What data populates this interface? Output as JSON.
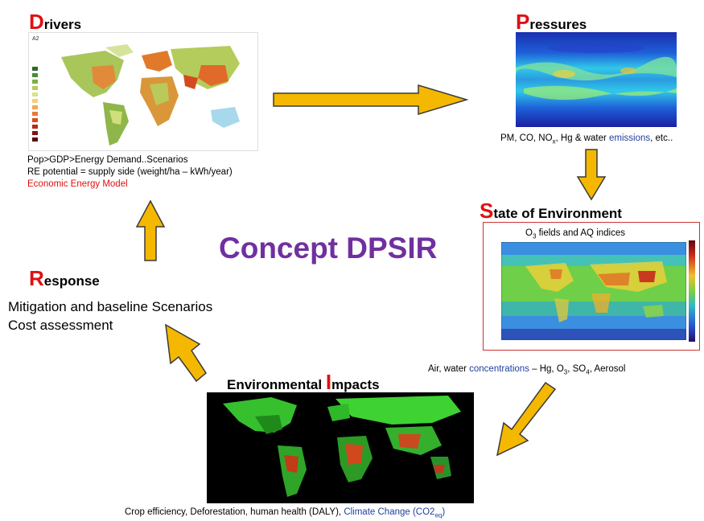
{
  "drivers": {
    "initial": "D",
    "rest": "rivers",
    "map_label": "A2",
    "lines": [
      "Pop>GDP>Energy Demand..Scenarios",
      "RE potential = supply side (weight/ha – kWh/year)"
    ],
    "model": "Economic Energy Model"
  },
  "pressures": {
    "initial": "P",
    "rest": "ressures",
    "caption_pre": "PM, CO, NO",
    "caption_sub": "x",
    "caption_mid": ", Hg & water ",
    "caption_link": "emissions",
    "caption_post": ", etc.."
  },
  "state": {
    "initial": "S",
    "rest": "tate of Environment",
    "inset_pre": "O",
    "inset_sub": "3",
    "inset_post": " fields and AQ indices",
    "caption_pre": "Air, water  ",
    "caption_link": "concentrations",
    "caption_mid1": " – Hg, O",
    "caption_sub1": "3",
    "caption_mid2": ", SO",
    "caption_sub2": "4",
    "caption_post": ", Aerosol"
  },
  "impacts": {
    "prefix": "Environmental ",
    "initial": "I",
    "rest": "mpacts",
    "caption_pre": "Crop efficiency, Deforestation, human health (DALY), ",
    "caption_link": "Climate Change (CO2",
    "caption_sub": "eq",
    "caption_post": ")"
  },
  "response": {
    "initial": "R",
    "rest": "esponse",
    "lines": [
      "Mitigation and baseline Scenarios",
      "Cost assessment"
    ]
  },
  "title": "Concept DPSIR",
  "colors": {
    "initial": "#e01010",
    "title": "#7030a0",
    "arrow_fill": "#f5b800",
    "arrow_stroke": "#3a3a3a",
    "link": "#1f3f9f",
    "state_border": "#cc3333"
  }
}
